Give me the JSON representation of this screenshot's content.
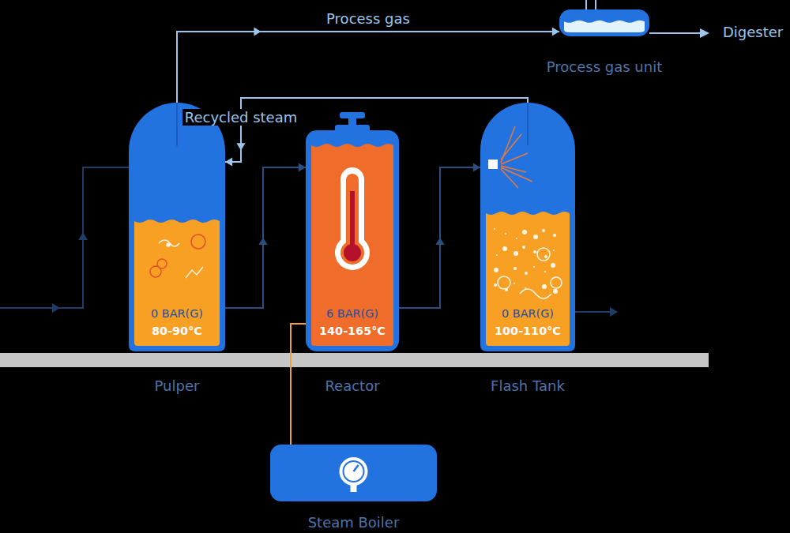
{
  "diagram": {
    "nodes": [
      {
        "text": [
          "Process gas unit"
        ]
      },
      {
        "text": [
          "0 BAR(G)",
          "80-90°C",
          "Pulper"
        ]
      },
      {
        "text": [
          "6 BAR(G)",
          "140-165°C",
          "Reactor"
        ]
      },
      {
        "text": [
          "0 BAR(G)",
          "100-110°C",
          "Flash Tank"
        ]
      },
      {
        "text": [
          "Steam Boiler"
        ]
      }
    ],
    "edges": [
      {
        "from": 1,
        "to": 0,
        "label": "Process gas",
        "arrow": "to"
      },
      {
        "from": 3,
        "to": 1,
        "label": "Recycled steam",
        "arrow": "to"
      },
      {
        "from": 1,
        "to": 2,
        "arrow": "to"
      },
      {
        "from": 2,
        "to": 3,
        "arrow": "to"
      },
      {
        "from": 4,
        "to": 2,
        "arrow": "none"
      }
    ],
    "labels": [
      "Digester"
    ]
  }
}
